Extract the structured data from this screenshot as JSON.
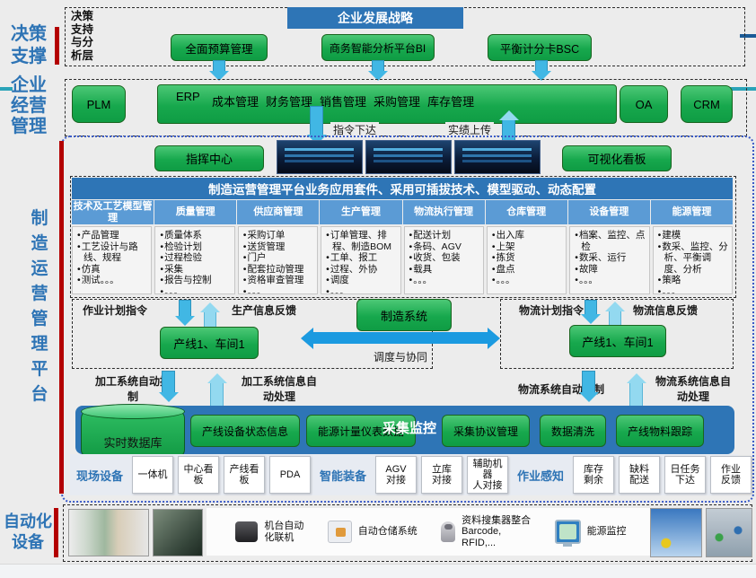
{
  "colors": {
    "green": "#17a84d",
    "blue": "#2e75b6",
    "light_blue": "#5b9bd5",
    "cyan": "#41b7e4",
    "red": "#b30000"
  },
  "left_rail": {
    "decision": "决策\n支撑",
    "enterprise": "企业\n经营\n管理",
    "mom": "制\n造\n运\n营\n管\n理\n平\n台",
    "automation": "自动化\n设备"
  },
  "decision_layer": {
    "side_label": "决策\n支持\n与分\n析层",
    "strategy": "企业发展战略",
    "items": [
      "全面预算管理",
      "商务智能分析平台BI",
      "平衡计分卡BSC"
    ]
  },
  "erp_layer": {
    "plm": "PLM",
    "erp": "ERP",
    "modules": [
      "成本管理",
      "财务管理",
      "销售管理",
      "采购管理",
      "库存管理"
    ],
    "oa": "OA",
    "crm": "CRM"
  },
  "flows": {
    "down": "指令下达",
    "up": "实绩上传"
  },
  "command_row": {
    "center": "指挥中心",
    "board": "可视化看板"
  },
  "suite": {
    "title": "制造运营管理平台业务应用套件、采用可插拔技术、模型驱动、动态配置",
    "columns": [
      {
        "header": "技术及工艺模型管理",
        "items": [
          "产品管理",
          "工艺设计与路线、规程",
          "仿真",
          "测试。。。"
        ]
      },
      {
        "header": "质量管理",
        "items": [
          "质量体系",
          "检验计划",
          "过程检验",
          "采集",
          "报告与控制",
          "。。。"
        ]
      },
      {
        "header": "供应商管理",
        "items": [
          "采购订单",
          "送货管理",
          "门户",
          "配套拉动管理",
          "资格审查管理",
          "。。。"
        ]
      },
      {
        "header": "生产管理",
        "items": [
          "订单管理、排程、制造BOM",
          "工单、报工",
          "过程、外协",
          "调度",
          "。。。"
        ]
      },
      {
        "header": "物流执行管理",
        "items": [
          "配送计划",
          "条码、AGV",
          "收货、包装",
          "载具",
          "。。。"
        ]
      },
      {
        "header": "仓库管理",
        "items": [
          "出入库",
          "上架",
          "拣货",
          "盘点",
          "。。。"
        ]
      },
      {
        "header": "设备管理",
        "items": [
          "档案、监控、点检",
          "数采、运行",
          "故障",
          "。。。"
        ]
      },
      {
        "header": "能源管理",
        "items": [
          "建模",
          "数采、监控、分析、平衡调度、分析",
          "策略",
          "。。。"
        ]
      }
    ]
  },
  "coordination": {
    "left": {
      "cmd": "作业计划指令",
      "fb": "生产信息反馈",
      "unit": "产线1、车间1"
    },
    "center": {
      "system": "制造系统",
      "label": "调度与协同"
    },
    "right": {
      "cmd": "物流计划指令",
      "fb": "物流信息反馈",
      "unit": "产线1、车间1"
    }
  },
  "control": {
    "proc_ctrl": "加工系统自动控\n制",
    "proc_info": "加工系统信息自\n动处理",
    "log_ctrl": "物流系统自动控制",
    "log_info": "物流系统信息自\n动处理"
  },
  "collection": {
    "label": "采集监控",
    "realtime_db": "实时数据库",
    "left_items": [
      "产线设备状态信息",
      "能源计量仪表数据"
    ],
    "right_items": [
      "采集协议管理",
      "数据清洗",
      "产线物料跟踪"
    ]
  },
  "devices": {
    "groups": [
      {
        "label": "现场设备",
        "items": [
          "一体机",
          "中心看板",
          "产线看板",
          "PDA"
        ]
      },
      {
        "label": "智能装备",
        "items": [
          "AGV对接",
          "立库\n对接",
          "辅助机器\n人对接"
        ]
      },
      {
        "label": "作业感知",
        "items": [
          "库存\n剩余",
          "缺料\n配送",
          "日任务\n下达",
          "作业\n反馈"
        ]
      }
    ]
  },
  "automation_row": {
    "items": [
      "机台自动\n化联机",
      "自动仓储系统",
      "资料搜集器整合\nBarcode,\nRFID,...",
      "能源监控"
    ]
  }
}
